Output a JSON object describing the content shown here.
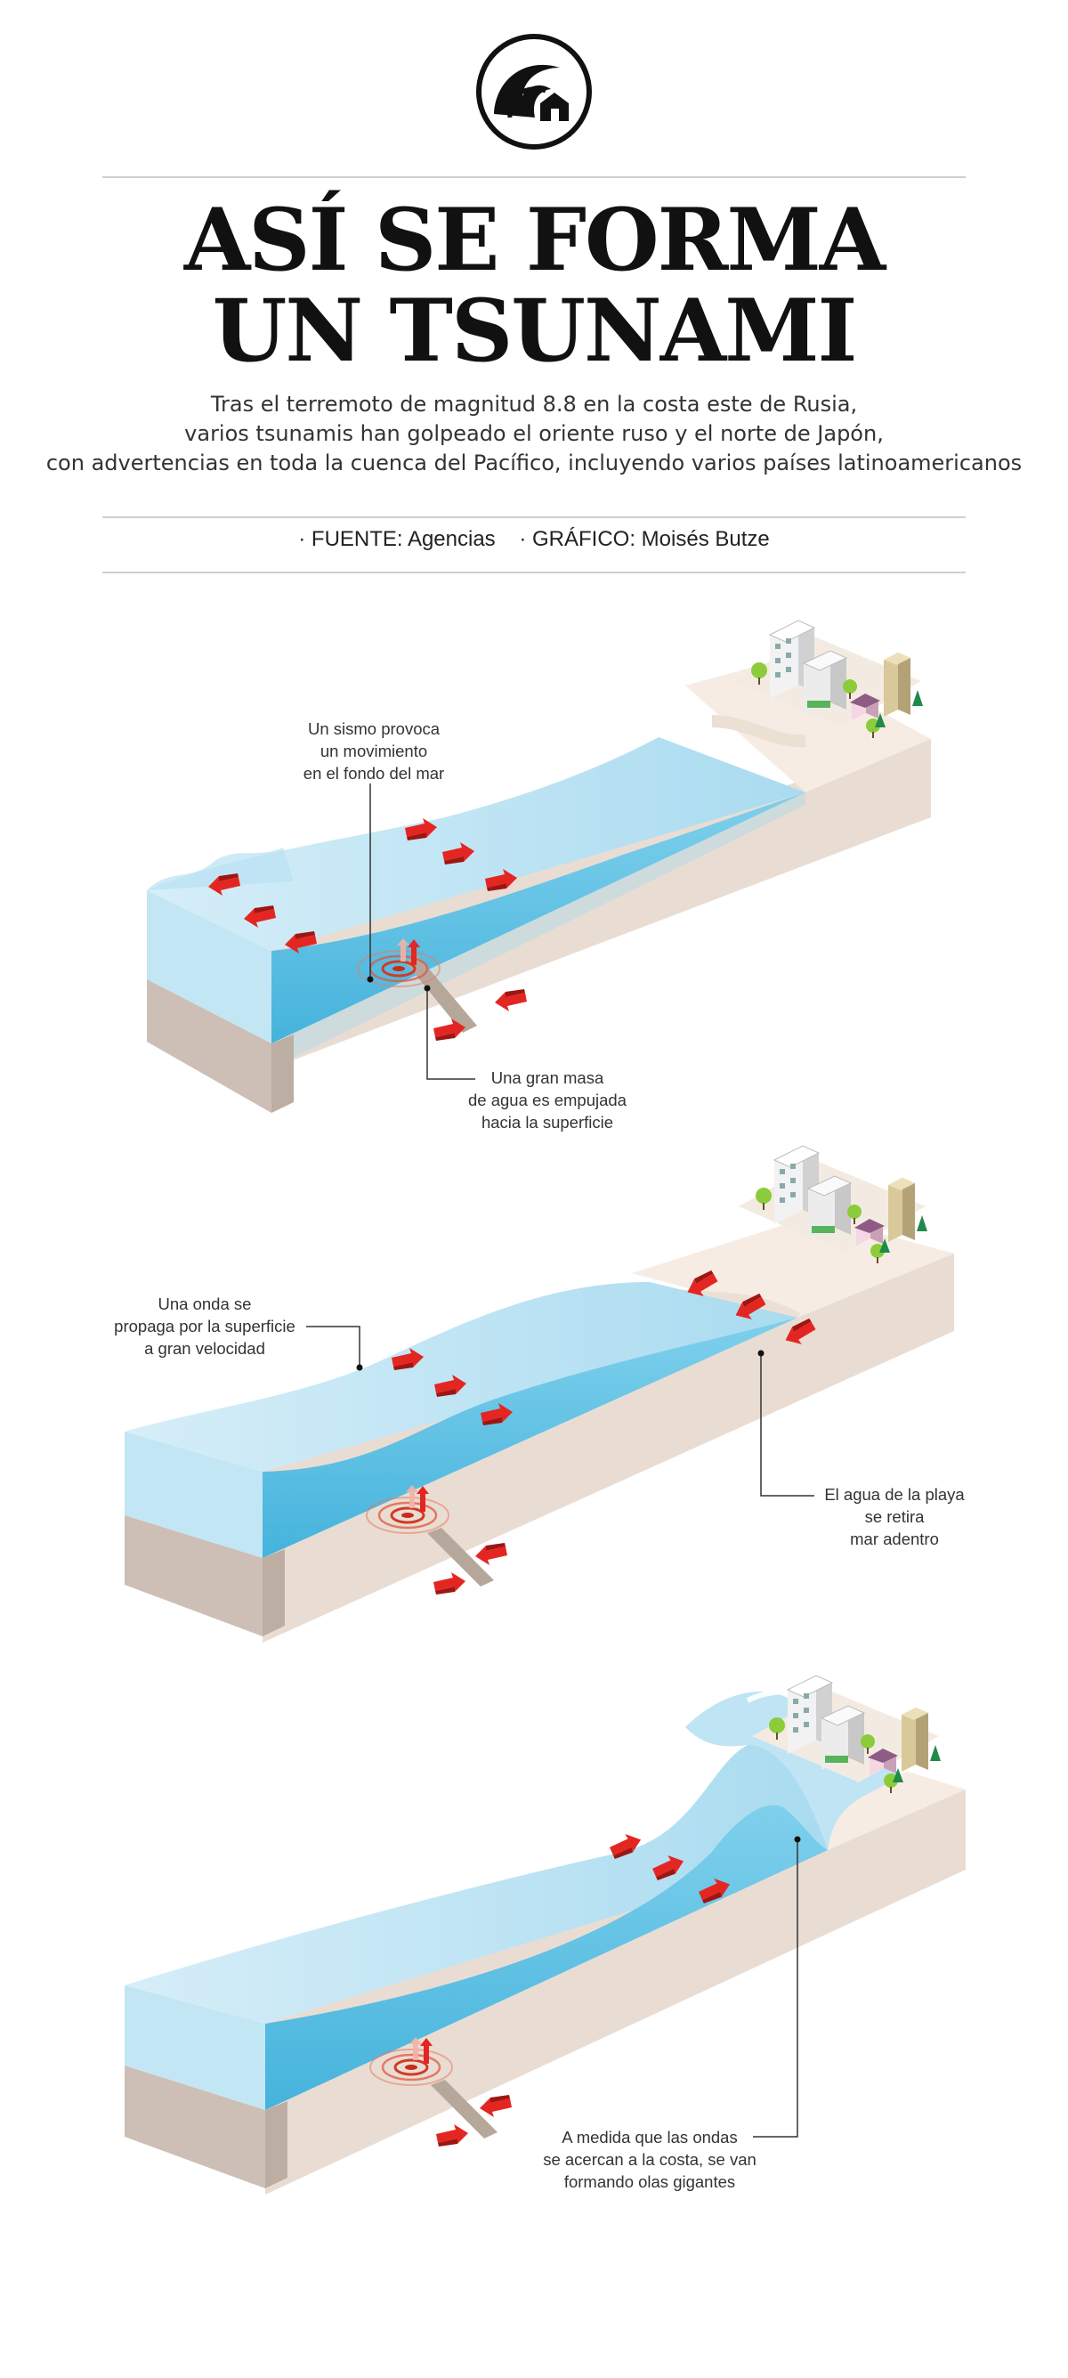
{
  "header": {
    "logo_icon": "wave-house-icon",
    "title_line1": "ASÍ SE FORMA",
    "title_line2": "UN TSUNAMI",
    "subtitle_line1": "Tras el terremoto de magnitud 8.8 en la costa este de Rusia,",
    "subtitle_line2": "varios tsunamis han golpeado el oriente ruso y el norte de Japón,",
    "subtitle_line3": "con advertencias en toda la cuenca del Pacífico, incluyendo varios países latinoamericanos",
    "source": "· FUENTE:  Agencias",
    "graphic": "· GRÁFICO: Moisés Butze"
  },
  "colors": {
    "water_top": "#c4e6f5",
    "water_front": "#54bce0",
    "seabed_front": "#cdbfb5",
    "seabed_side": "#e9ddd3",
    "beach": "#f6ece4",
    "arrow_red": "#e42622"
  },
  "panels": [
    {
      "stage": 1,
      "annotations": [
        {
          "id": "sismo",
          "text": "Un sismo provoca\nun movimiento\nen el fondo del mar"
        },
        {
          "id": "masa",
          "text": "Una gran masa\nde agua es empujada\nhacia la superficie"
        }
      ]
    },
    {
      "stage": 2,
      "annotations": [
        {
          "id": "onda",
          "text": "Una onda se\npropaga por la superficie\na gran velocidad"
        },
        {
          "id": "retira",
          "text": "El agua de la playa\nse retira\nmar adentro"
        }
      ]
    },
    {
      "stage": 3,
      "annotations": [
        {
          "id": "olas",
          "text": "A medida que las ondas\nse acercan a la costa, se van\nformando olas gigantes"
        }
      ]
    }
  ]
}
